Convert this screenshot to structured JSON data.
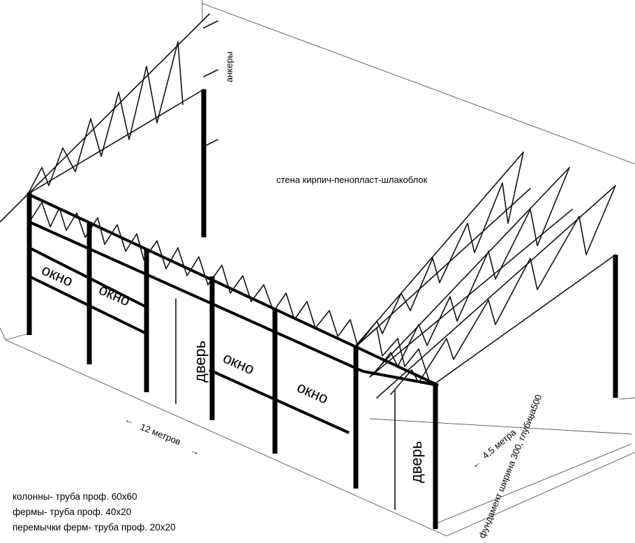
{
  "labels": {
    "anchors": "анкеры",
    "wall": "стена кирпич-пенопласт-шлакоблок",
    "window": "окно",
    "door": "дверь",
    "dim_length": "12 метров",
    "dim_width": "4,5 метра",
    "foundation": "фундамент ширина 300, глубина500"
  },
  "notes": [
    "колонны- труба проф. 60х60",
    "фермы- труба проф. 40х20",
    "перемычки ферм- труба проф. 20х20"
  ]
}
